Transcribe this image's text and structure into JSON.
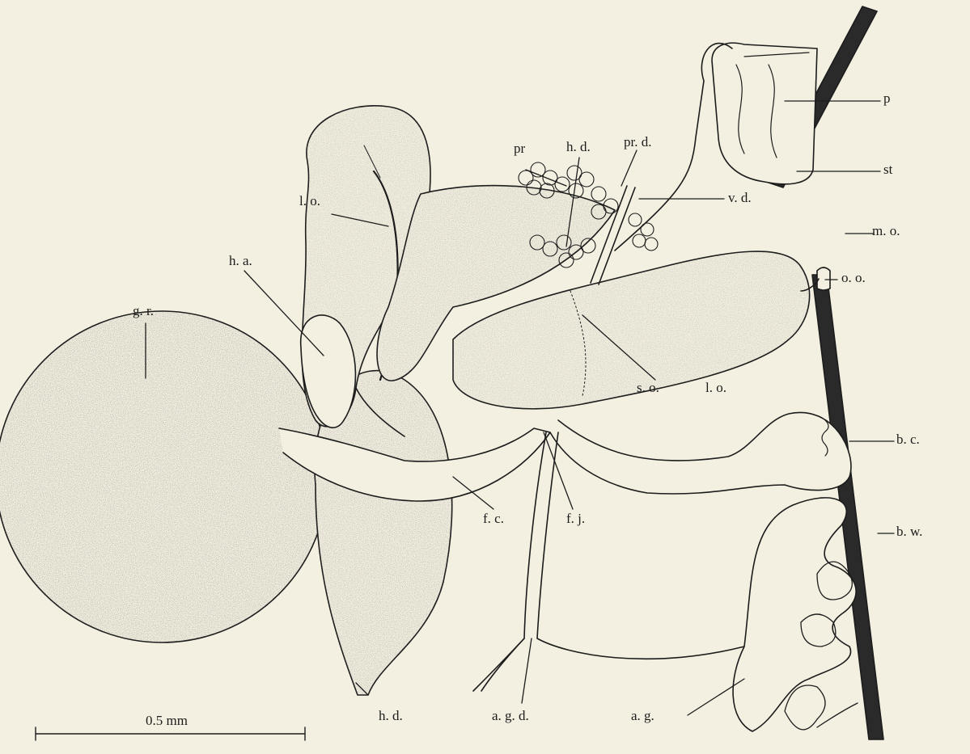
{
  "colors": {
    "background": "#f3f0e1",
    "ink": "#1c1c1c",
    "stipple": "#3a3a3a"
  },
  "labels": {
    "gr": "g. r.",
    "ha": "h. a.",
    "lo_left": "l. o.",
    "pr": "pr",
    "hd_top": "h. d.",
    "prd": "pr. d.",
    "vd": "v. d.",
    "p": "p",
    "st": "st",
    "mo": "m. o.",
    "oo": "o. o.",
    "so": "s. o.",
    "lo_right": "l. o.",
    "bc": "b. c.",
    "fc": "f. c.",
    "fj": "f. j.",
    "bw": "b. w.",
    "hd_bottom": "h. d.",
    "agd": "a. g. d.",
    "ag": "a. g."
  },
  "scale_bar": {
    "label": "0.5 mm"
  }
}
